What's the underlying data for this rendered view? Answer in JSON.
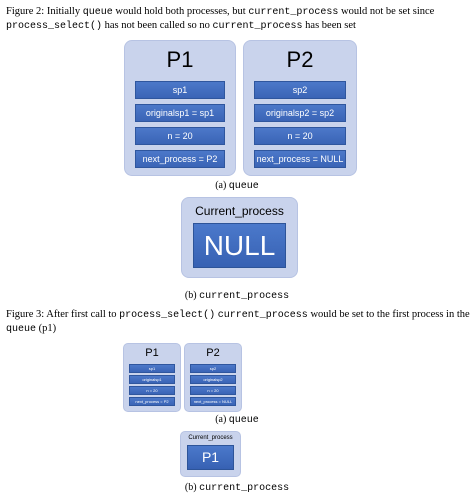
{
  "figure2": {
    "caption_prefix": "Figure 2:",
    "caption_text_1": "Initially",
    "caption_code_1": "queue",
    "caption_text_2": "would hold both processes, but",
    "caption_code_2": "current_process",
    "caption_text_3": "would not be set since",
    "caption_code_3": "process_select()",
    "caption_text_4": "has not been called so no",
    "caption_code_4": "current_process",
    "caption_text_5": "has been set",
    "queue": [
      {
        "title": "P1",
        "rows": [
          "sp1",
          "originalsp1 = sp1",
          "n = 20",
          "next_process = P2"
        ]
      },
      {
        "title": "P2",
        "rows": [
          "sp2",
          "originalsp2 = sp2",
          "n = 20",
          "next_process = NULL"
        ]
      }
    ],
    "subcap_a_label": "(a)",
    "subcap_a_code": "queue",
    "current": {
      "title": "Current_process",
      "value": "NULL"
    },
    "subcap_b_label": "(b)",
    "subcap_b_code": "current_process"
  },
  "figure3": {
    "caption_prefix": "Figure 3:",
    "caption_text_1": "After first call to",
    "caption_code_1": "process_select()",
    "caption_code_2": "current_process",
    "caption_text_2": "would be set to the first process in",
    "caption_text_3": "the",
    "caption_code_3": "queue",
    "caption_text_4": "(p1)",
    "queue": [
      {
        "title": "P1",
        "rows": [
          "sp1",
          "originalsp1",
          "n = 20",
          "next_process = P2"
        ]
      },
      {
        "title": "P2",
        "rows": [
          "sp2",
          "originalsp2",
          "n = 20",
          "next_process = NULL"
        ]
      }
    ],
    "subcap_a_label": "(a)",
    "subcap_a_code": "queue",
    "current": {
      "title": "Current_process",
      "value": "P1"
    },
    "subcap_b_label": "(b)",
    "subcap_b_code": "current_process"
  }
}
